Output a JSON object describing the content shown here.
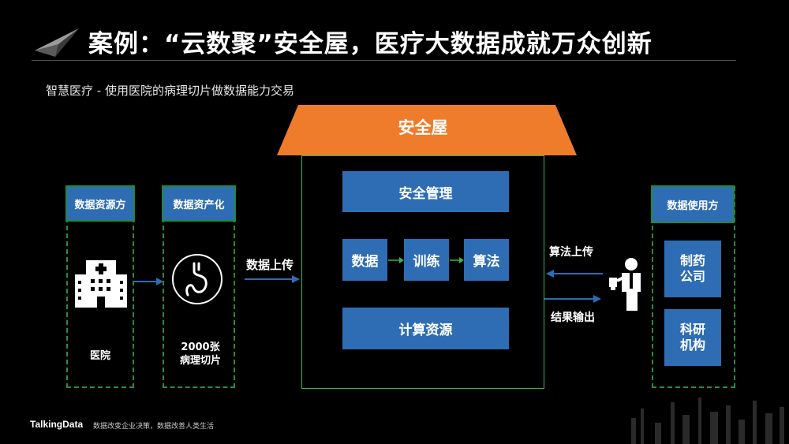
{
  "title": {
    "prefix": "案例：",
    "quoted": "“云数聚”",
    "suffix": "安全屋，医疗大数据成就万众创新"
  },
  "subtitle": "智慧医疗 - 使用医院的病理切片做数据能力交易",
  "roof_label": "安全屋",
  "house": {
    "mgmt": "安全管理",
    "flow": [
      "数据",
      "训练",
      "算法"
    ],
    "compute": "计算资源"
  },
  "source": {
    "header": "数据资源方",
    "label": "医院"
  },
  "asset": {
    "header": "数据资产化",
    "label": "2000张\n病理切片"
  },
  "upload_label": "数据上传",
  "algo_upload_label": "算法上传",
  "result_output_label": "结果输出",
  "consumer": {
    "header": "数据使用方",
    "items": [
      "制药\n公司",
      "科研\n机构"
    ]
  },
  "footer": {
    "brand": "TalkingData",
    "slogan": "数据改变企业决策，数据改善人类生活"
  },
  "colors": {
    "roof": "#ef7c2a",
    "box_blue": "#2e6db3",
    "green_border": "#1f8a35",
    "arrow_blue": "#2e6db3"
  }
}
